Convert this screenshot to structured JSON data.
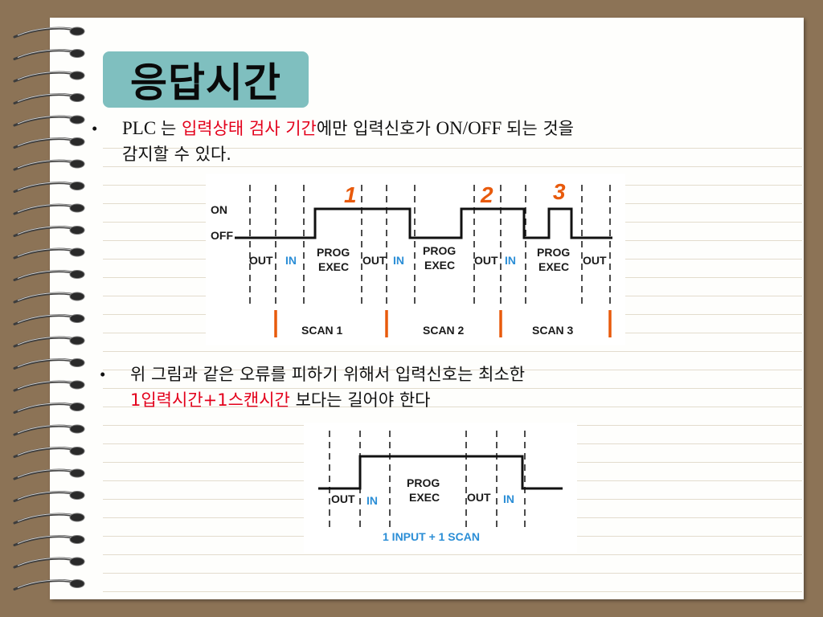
{
  "slide": {
    "title": "응답시간",
    "bullets": [
      {
        "marker": "•",
        "line1": [
          {
            "text": "PLC ",
            "style": "serif"
          },
          {
            "text": "는 ",
            "style": "plain"
          },
          {
            "text": "입력상태 검사 기간",
            "style": "red"
          },
          {
            "text": "에만 입력신호가 ",
            "style": "plain"
          },
          {
            "text": "ON/OFF ",
            "style": "serif"
          },
          {
            "text": "되는 것을",
            "style": "plain"
          }
        ],
        "line2": "감지할 수 있다."
      },
      {
        "marker": "•",
        "line1": "위 그림과 같은 오류를 피하기 위해서 입력신호는 최소한",
        "line2_red": "1입력시간+1스캔시간",
        "line2_plain": " 보다는 길어야 한다"
      }
    ]
  },
  "diagram1": {
    "level_labels": {
      "on": "ON",
      "off": "OFF"
    },
    "phase_labels": {
      "out": "OUT",
      "in": "IN",
      "prog": "PROG",
      "exec": "EXEC"
    },
    "pulse_numbers": [
      "1",
      "2",
      "3"
    ],
    "scan_labels": [
      "SCAN 1",
      "SCAN 2",
      "SCAN 3"
    ],
    "colors": {
      "in": "#2b8ed6",
      "number": "#e85a0c",
      "scan_marker": "#e85a0c"
    }
  },
  "diagram2": {
    "phase_labels": {
      "out": "OUT",
      "in": "IN",
      "prog": "PROG",
      "exec": "EXEC"
    },
    "caption": "1 INPUT + 1 SCAN",
    "colors": {
      "in": "#2b8ed6",
      "caption": "#2b8ed6"
    }
  },
  "colors": {
    "background": "#8c7356",
    "paper": "#fefefc",
    "title_box": "#7fbfbf",
    "emphasis_red": "#e3001b"
  }
}
